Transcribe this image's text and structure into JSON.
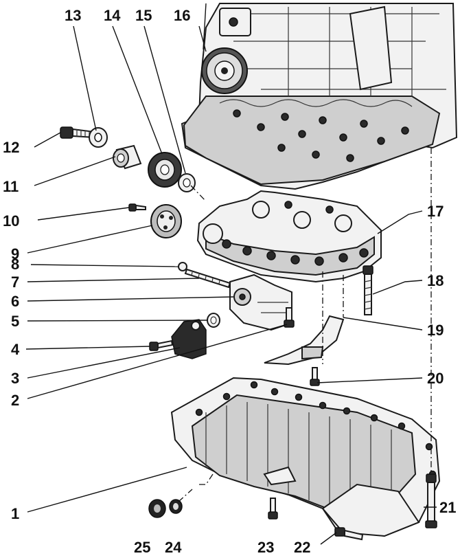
{
  "callouts": [
    {
      "id": "13",
      "text": "13"
    },
    {
      "id": "14",
      "text": "14"
    },
    {
      "id": "15",
      "text": "15"
    },
    {
      "id": "16",
      "text": "16"
    },
    {
      "id": "12",
      "text": "12"
    },
    {
      "id": "11",
      "text": "11"
    },
    {
      "id": "10",
      "text": "10"
    },
    {
      "id": "9",
      "text": "9"
    },
    {
      "id": "8",
      "text": "8"
    },
    {
      "id": "7",
      "text": "7"
    },
    {
      "id": "6",
      "text": "6"
    },
    {
      "id": "5",
      "text": "5"
    },
    {
      "id": "4",
      "text": "4"
    },
    {
      "id": "3",
      "text": "3"
    },
    {
      "id": "2",
      "text": "2"
    },
    {
      "id": "1",
      "text": "1"
    },
    {
      "id": "17",
      "text": "17"
    },
    {
      "id": "18",
      "text": "18"
    },
    {
      "id": "19",
      "text": "19"
    },
    {
      "id": "20",
      "text": "20"
    },
    {
      "id": "21",
      "text": "21"
    },
    {
      "id": "22",
      "text": "22"
    },
    {
      "id": "23",
      "text": "23"
    },
    {
      "id": "24",
      "text": "24"
    },
    {
      "id": "25",
      "text": "25"
    }
  ]
}
